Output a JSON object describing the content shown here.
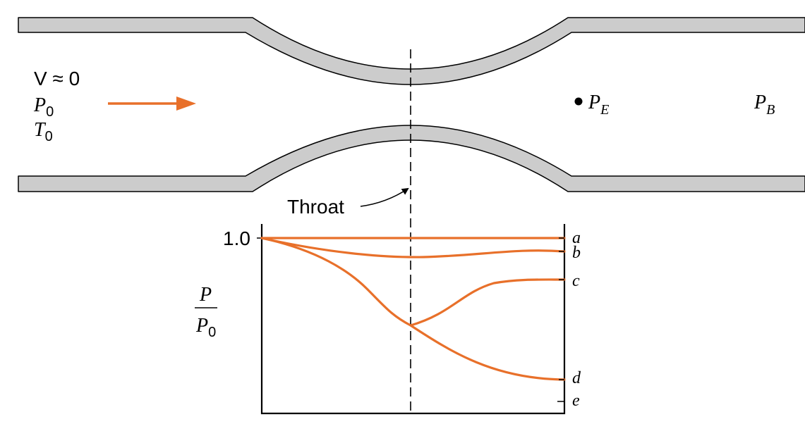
{
  "diagram": {
    "inlet": {
      "velocity_label": "V ≈ 0",
      "pressure_symbol": "P",
      "pressure_subscript": "0",
      "temperature_symbol": "T",
      "temperature_subscript": "0"
    },
    "exit_pressure_symbol": "P",
    "exit_pressure_subscript": "E",
    "back_pressure_symbol": "P",
    "back_pressure_subscript": "B",
    "throat_label": "Throat",
    "flow_arrow_color": "#e8702a",
    "wall_fill_color": "#cccccc"
  },
  "chart_data": {
    "type": "line",
    "y_tick_label": "1.0",
    "ylabel_numerator": "P",
    "ylabel_denominator_symbol": "P",
    "ylabel_denominator_subscript": "0",
    "series": [
      {
        "name": "a"
      },
      {
        "name": "b"
      },
      {
        "name": "c"
      },
      {
        "name": "d"
      },
      {
        "name": "e"
      }
    ],
    "line_color": "#e8702a"
  }
}
